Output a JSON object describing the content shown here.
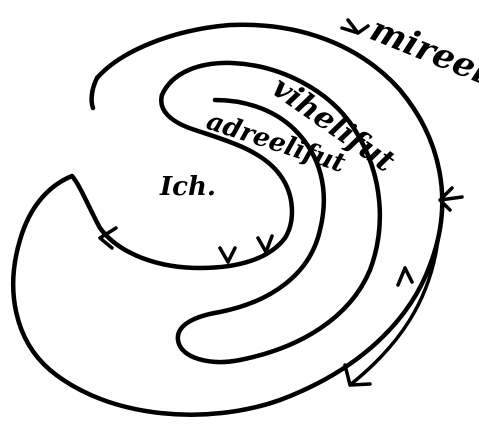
{
  "labels": {
    "outer": "mireelifut",
    "middle": "vihelifut",
    "inner": "adreelifut",
    "center": "Ich."
  },
  "colors": {
    "ink": "#000000",
    "paper": "#ffffff"
  }
}
